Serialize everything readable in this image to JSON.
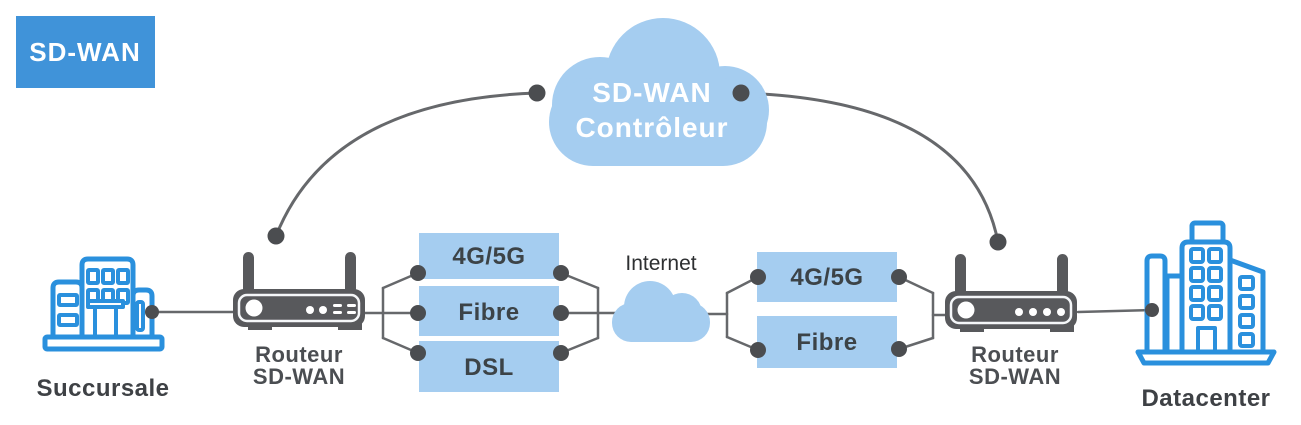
{
  "badge": {
    "label": "SD-WAN"
  },
  "controller": {
    "title_line1": "SD-WAN",
    "title_line2": "Contrôleur"
  },
  "internet": {
    "label": "Internet"
  },
  "sites": {
    "branch": {
      "label": "Succursale"
    },
    "datacenter": {
      "label": "Datacenter"
    }
  },
  "routers": {
    "left": {
      "label_line1": "Routeur",
      "label_line2": "SD-WAN"
    },
    "right": {
      "label_line1": "Routeur",
      "label_line2": "SD-WAN"
    }
  },
  "links": {
    "left": [
      "4G/5G",
      "Fibre",
      "DSL"
    ],
    "right": [
      "4G/5G",
      "Fibre"
    ]
  },
  "colors": {
    "accent_blue": "#4093d9",
    "light_blue": "#a5cdf0",
    "icon_blue": "#2a90dd",
    "line_gray": "#66686b",
    "dot_gray": "#4b4d50",
    "router_gray": "#58595c",
    "text_dark": "#3c4145"
  }
}
